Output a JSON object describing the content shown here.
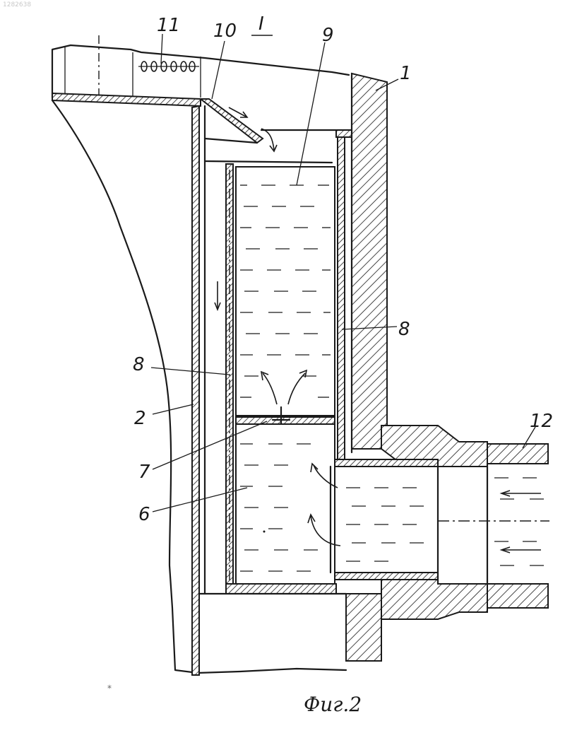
{
  "corner_mark": "1282638",
  "view_label": "I",
  "caption": "Фиг.2",
  "labels": {
    "l1": "1",
    "l2": "2",
    "l6": "6",
    "l7": "7",
    "l8_right": "8",
    "l8_left": "8",
    "l9": "9",
    "l10": "10",
    "l11": "11",
    "l12": "12"
  },
  "colors": {
    "ink": "#1a1a1a",
    "paper": "#ffffff"
  }
}
